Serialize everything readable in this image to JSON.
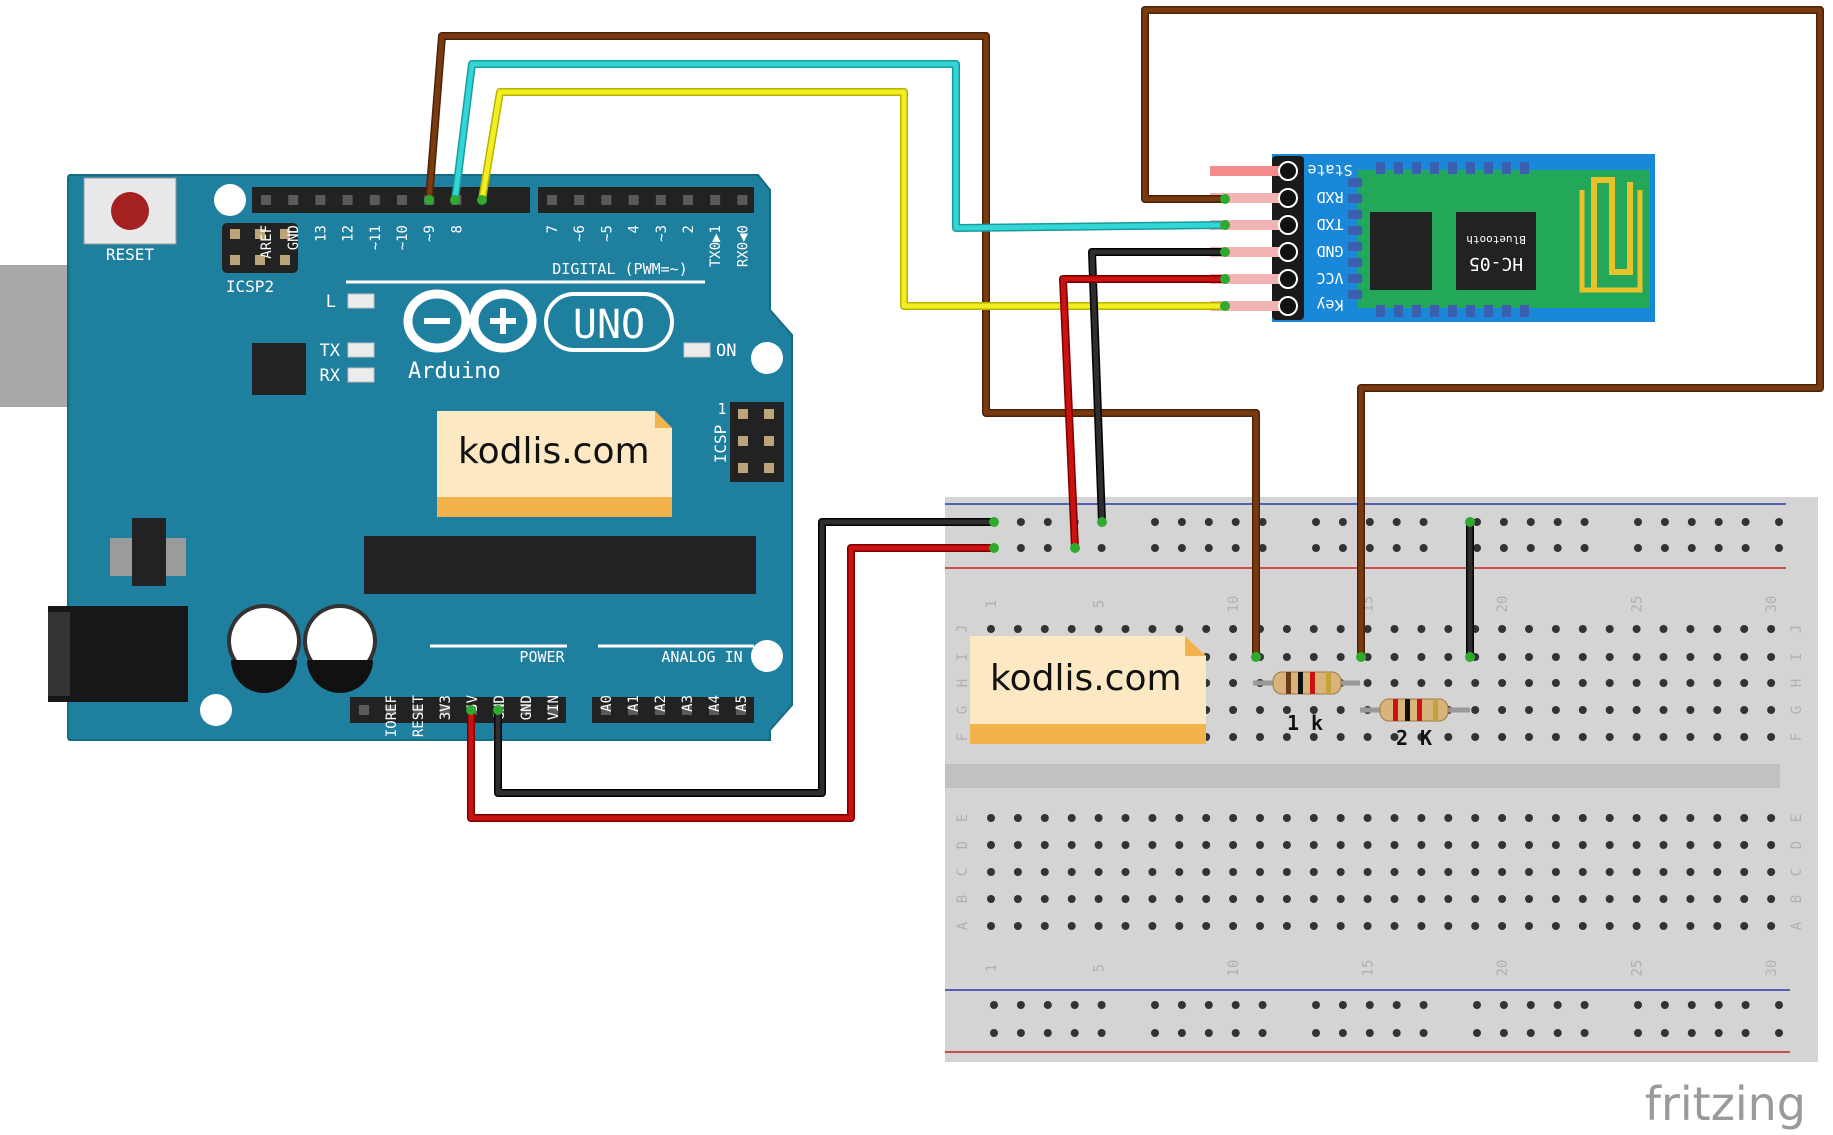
{
  "arduino": {
    "reset_label": "RESET",
    "icsp2_label": "ICSP2",
    "icsp_label": "ICSP",
    "icsp_pin1": "1",
    "header_pins": [
      "AREF",
      "GND",
      "13",
      "12",
      "~11",
      "~10",
      "~9",
      "8"
    ],
    "header_pins_right": [
      "7",
      "~6",
      "~5",
      "4",
      "~3",
      "2",
      "TX0▶1",
      "RX0◀0"
    ],
    "digital_label": "DIGITAL (PWM=~)",
    "led_l": "L",
    "led_tx": "TX",
    "led_rx": "RX",
    "led_on": "ON",
    "uno_label": "UNO",
    "brand": "Arduino",
    "power_label": "POWER",
    "analog_label": "ANALOG IN",
    "power_pins": [
      "IOREF",
      "RESET",
      "3V3",
      "5V",
      "GND",
      "GND",
      "VIN"
    ],
    "analog_pins": [
      "A0",
      "A1",
      "A2",
      "A3",
      "A4",
      "A5"
    ]
  },
  "notes": {
    "top": "kodlis.com",
    "bottom": "kodlis.com"
  },
  "bluetooth": {
    "pins": [
      "State",
      "RXD",
      "TXD",
      "GND",
      "VCC",
      "Key"
    ],
    "chip_label": "HC-05",
    "chip_sub": "Bluetooth"
  },
  "breadboard": {
    "column_numbers": [
      "1",
      "5",
      "10",
      "15",
      "20",
      "25",
      "30"
    ],
    "rows_top": [
      "J",
      "I",
      "H",
      "G",
      "F"
    ],
    "rows_bottom": [
      "E",
      "D",
      "C",
      "B",
      "A"
    ]
  },
  "resistors": {
    "r1_label": "1 k",
    "r2_label": "2 K"
  },
  "watermark": "fritzing",
  "colors": {
    "board_blue": "#1f7f9f",
    "brown_wire": "#7a3a0f",
    "cyan_wire": "#33d6d6",
    "yellow_wire": "#f2ee22",
    "red_wire": "#cc1111",
    "black_wire": "#1a1a1a",
    "bt_blue": "#1a88d8",
    "bt_green": "#23a85a",
    "note_bg": "#fde8c4",
    "note_band": "#f3b34c"
  }
}
